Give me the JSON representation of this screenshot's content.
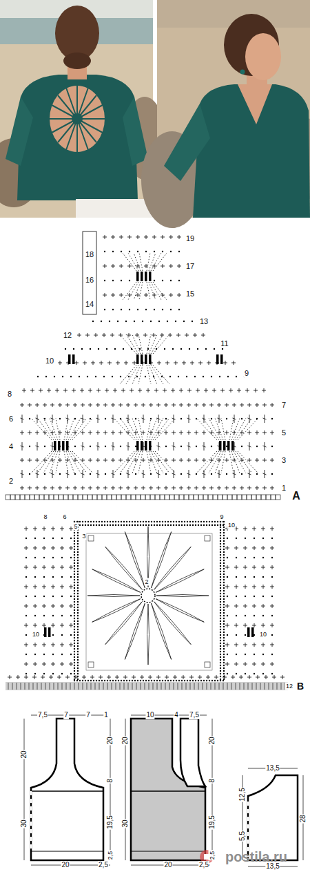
{
  "diagram": {
    "labels": [
      "1",
      "2",
      "3",
      "4",
      "5",
      "6",
      "7",
      "8",
      "9",
      "10",
      "11",
      "12",
      "13",
      "14",
      "15",
      "16",
      "17",
      "18",
      "19",
      "A",
      "8",
      "6",
      "5",
      "3",
      "2",
      "9",
      "10",
      "10",
      "10",
      "12",
      "B",
      "7,5",
      "7",
      "7",
      "1",
      "20",
      "30",
      "20",
      "8",
      "19,5",
      "2,5",
      "20",
      "2,5",
      "10",
      "4",
      "7,5",
      "20",
      "30",
      "20",
      "8",
      "19,5",
      "2,5",
      "20",
      "2,5",
      "13,5",
      "12,5",
      "5,5",
      "28",
      "13,5",
      "postila.ru"
    ]
  }
}
